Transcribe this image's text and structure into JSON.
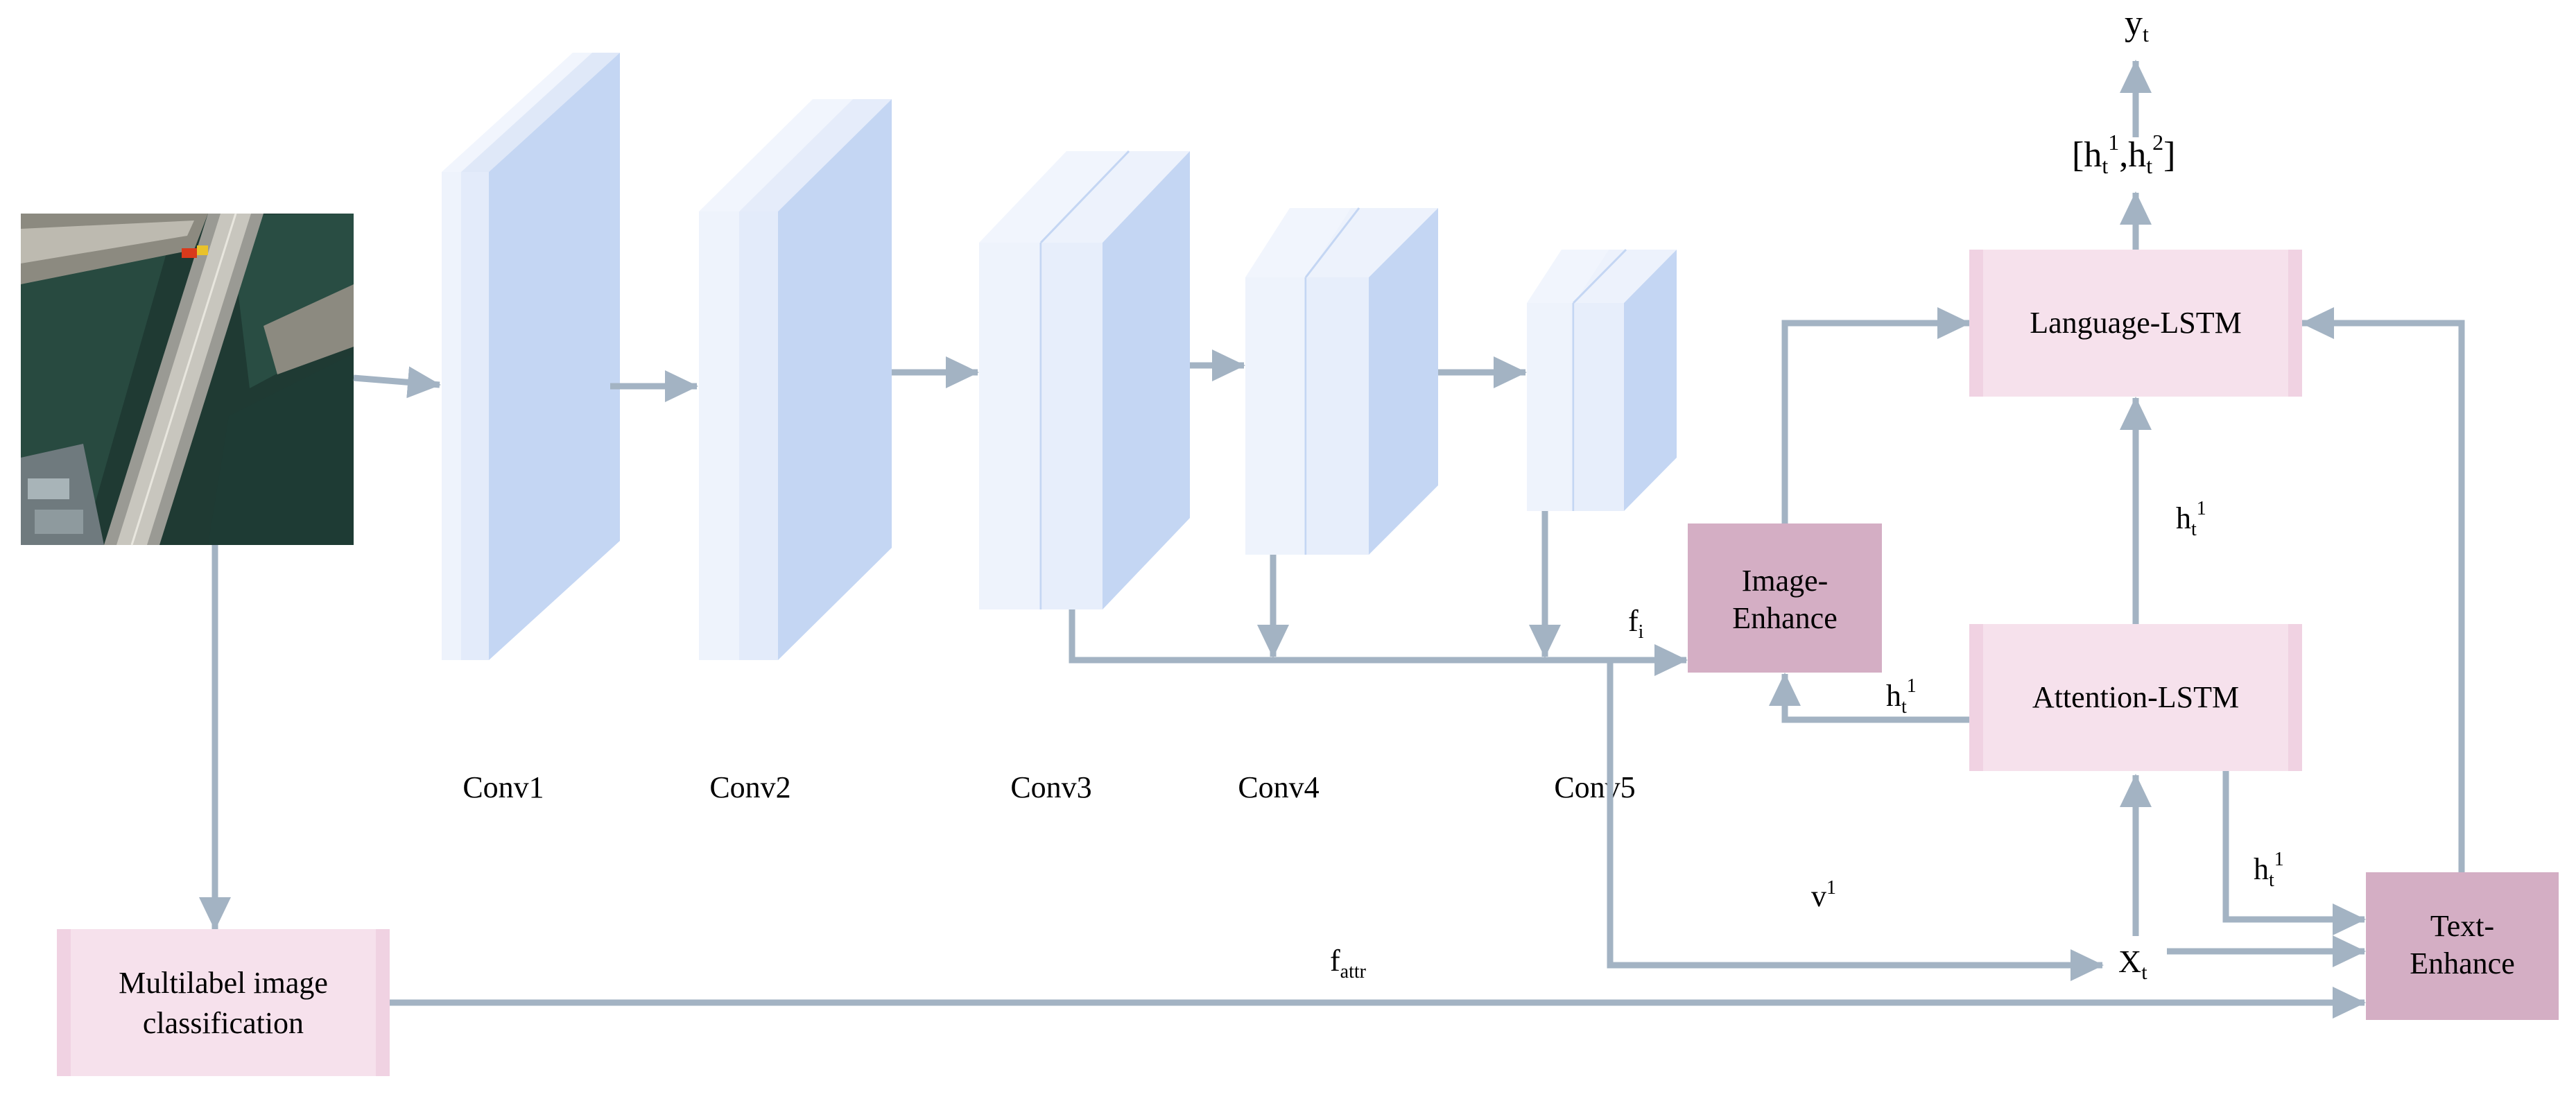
{
  "colors": {
    "arrow": "#a3b3c3",
    "layer_front": "#e7eefb",
    "layer_side": "#c4d6f3",
    "layer_top": "#f1f5fd",
    "lstm_box": "#f6e1ec",
    "lstm_box_edge": "#f0d2e2",
    "enhance_box": "#d4aec4"
  },
  "conv_labels": [
    "Conv1",
    "Conv2",
    "Conv3",
    "Conv4",
    "Conv5"
  ],
  "nodes": {
    "multilabel": [
      "Multilabel image",
      "classification"
    ],
    "image_enhance": [
      "Image-",
      "Enhance"
    ],
    "attention_lstm": "Attention-LSTM",
    "language_lstm": "Language-LSTM",
    "text_enhance": [
      "Text-",
      "Enhance"
    ]
  },
  "labels": {
    "f_i": {
      "base": "f",
      "sub": "i"
    },
    "f_attr": {
      "base": "f",
      "sub": "attr"
    },
    "v1": {
      "base": "v",
      "sup": "1"
    },
    "x_t": {
      "base": "X",
      "sub": "t"
    },
    "y_t": {
      "base": "y",
      "sub": "t"
    },
    "h_t1": {
      "base": "h",
      "sub": "t",
      "sup": "1"
    },
    "output_concat": "[ht1,ht2]"
  }
}
